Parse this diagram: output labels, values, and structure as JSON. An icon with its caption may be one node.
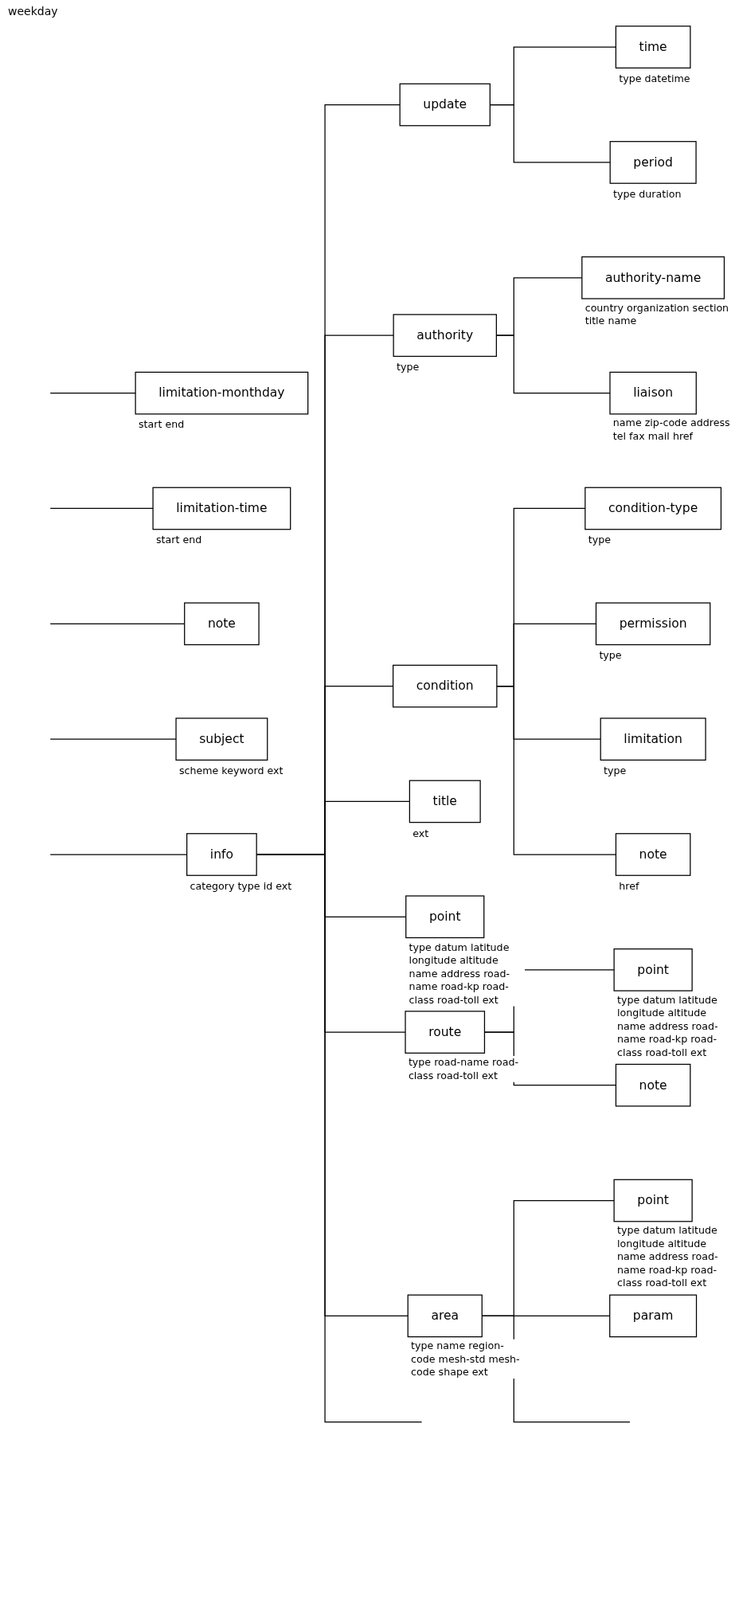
{
  "diagram": {
    "nodes": [
      {
        "text": [
          "limitation-monthday"
        ],
        "beside": [
          "start end"
        ]
      },
      {
        "text": [
          "limitation-time"
        ],
        "beside": [
          "start end"
        ]
      },
      {
        "text": [
          "note"
        ]
      },
      {
        "text": [
          "subject"
        ],
        "beside": [
          "scheme keyword ext"
        ]
      },
      {
        "text": [
          "info"
        ],
        "beside": [
          "category type id ext"
        ]
      },
      {
        "text": [
          "update"
        ]
      },
      {
        "text": [
          "time"
        ],
        "beside": [
          "type datetime"
        ]
      },
      {
        "text": [
          "period"
        ],
        "beside": [
          "type duration"
        ]
      },
      {
        "text": [
          "authority"
        ],
        "beside": [
          "type"
        ]
      },
      {
        "text": [
          "authority-name"
        ],
        "beside": [
          "country organization section title name"
        ]
      },
      {
        "text": [
          "liaison"
        ],
        "beside": [
          "name zip-code address tel fax mail href"
        ]
      },
      {
        "text": [
          "condition"
        ]
      },
      {
        "text": [
          "condition-type"
        ],
        "beside": [
          "type"
        ]
      },
      {
        "text": [
          "permission"
        ],
        "beside": [
          "type"
        ]
      },
      {
        "text": [
          "limitation"
        ],
        "beside": [
          "type"
        ]
      },
      {
        "text": [
          "note"
        ],
        "beside": [
          "href"
        ]
      },
      {
        "text": [
          "title"
        ],
        "beside": [
          "ext"
        ]
      },
      {
        "text": [
          "point"
        ],
        "beside": [
          "type datum latitude longitude altitude name address road-name road-kp road-class road-toll ext"
        ]
      },
      {
        "text": [
          "route"
        ],
        "beside": [
          "type road-name road-class road-toll ext"
        ]
      },
      {
        "text": [
          "point"
        ],
        "beside": [
          "type datum latitude longitude altitude name address road-name road-kp road-class road-toll ext"
        ]
      },
      {
        "text": [
          "note"
        ]
      },
      {
        "text": [
          "area"
        ],
        "beside": [
          "type name region-code mesh-std mesh-code shape ext"
        ]
      },
      {
        "text": [
          "point"
        ],
        "beside": [
          "type datum latitude longitude altitude name address road-name road-kp road-class road-toll ext"
        ]
      },
      {
        "text": [
          "param"
        ]
      }
    ],
    "edges": [
      {
        "from": null,
        "to": 0,
        "arrow": "none"
      },
      {
        "from": null,
        "to": 1,
        "arrow": "none"
      },
      {
        "from": null,
        "to": 2,
        "arrow": "none"
      },
      {
        "from": null,
        "to": 3,
        "arrow": "none"
      },
      {
        "from": null,
        "to": 4,
        "arrow": "none"
      },
      {
        "from": 4,
        "to": 5,
        "arrow": "none"
      },
      {
        "from": 5,
        "to": 6,
        "arrow": "none"
      },
      {
        "from": 5,
        "to": 7,
        "arrow": "none"
      },
      {
        "from": 4,
        "to": 8,
        "arrow": "none"
      },
      {
        "from": 8,
        "to": 9,
        "arrow": "none"
      },
      {
        "from": 8,
        "to": 10,
        "arrow": "none"
      },
      {
        "from": 4,
        "to": 11,
        "arrow": "none"
      },
      {
        "from": 11,
        "to": 12,
        "arrow": "none"
      },
      {
        "from": 11,
        "to": 13,
        "arrow": "none"
      },
      {
        "from": 11,
        "to": 14,
        "arrow": "none"
      },
      {
        "from": 11,
        "to": 15,
        "arrow": "none"
      },
      {
        "from": 4,
        "to": 16,
        "arrow": "none"
      },
      {
        "from": 4,
        "to": 17,
        "arrow": "none"
      },
      {
        "from": 4,
        "to": 18,
        "arrow": "none"
      },
      {
        "from": 18,
        "to": 19,
        "arrow": "none"
      },
      {
        "from": 18,
        "to": 20,
        "arrow": "none"
      },
      {
        "from": 4,
        "to": 21,
        "arrow": "none"
      },
      {
        "from": 21,
        "to": 22,
        "arrow": "none"
      },
      {
        "from": 21,
        "to": 23,
        "arrow": "none"
      },
      {
        "from": 4,
        "to": null,
        "arrow": "none"
      },
      {
        "from": 21,
        "to": null,
        "arrow": "none"
      }
    ],
    "labels": [
      "weekday"
    ]
  }
}
